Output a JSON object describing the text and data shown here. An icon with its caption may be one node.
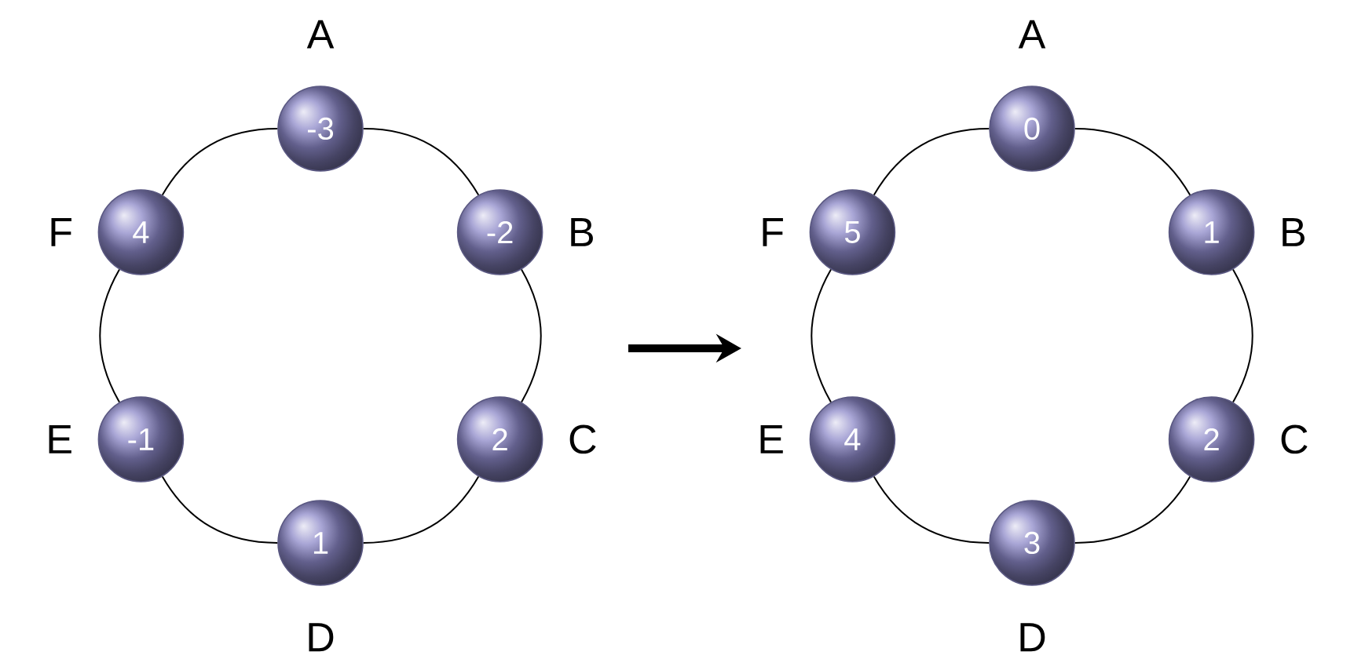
{
  "diagram": {
    "nodes": [
      {
        "text": [
          "-3"
        ],
        "beside": [
          "A"
        ]
      },
      {
        "text": [
          "-2"
        ],
        "beside": [
          "B"
        ]
      },
      {
        "text": [
          "2"
        ],
        "beside": [
          "C"
        ]
      },
      {
        "text": [
          "1"
        ],
        "beside": [
          "D"
        ]
      },
      {
        "text": [
          "-1"
        ],
        "beside": [
          "E"
        ]
      },
      {
        "text": [
          "4"
        ],
        "beside": [
          "F"
        ]
      },
      {
        "text": [
          "0"
        ],
        "beside": [
          "A"
        ]
      },
      {
        "text": [
          "1"
        ],
        "beside": [
          "B"
        ]
      },
      {
        "text": [
          "2"
        ],
        "beside": [
          "C"
        ]
      },
      {
        "text": [
          "3"
        ],
        "beside": [
          "D"
        ]
      },
      {
        "text": [
          "4"
        ],
        "beside": [
          "E"
        ]
      },
      {
        "text": [
          "5"
        ],
        "beside": [
          "F"
        ]
      }
    ],
    "edges": [
      {
        "from": 0,
        "to": 1,
        "arrow": "none"
      },
      {
        "from": 1,
        "to": 2,
        "arrow": "none"
      },
      {
        "from": 2,
        "to": 3,
        "arrow": "none"
      },
      {
        "from": 3,
        "to": 4,
        "arrow": "none"
      },
      {
        "from": 4,
        "to": 5,
        "arrow": "none"
      },
      {
        "from": 5,
        "to": 0,
        "arrow": "none"
      },
      {
        "from": 6,
        "to": 7,
        "arrow": "none"
      },
      {
        "from": 7,
        "to": 8,
        "arrow": "none"
      },
      {
        "from": 8,
        "to": 9,
        "arrow": "none"
      },
      {
        "from": 9,
        "to": 10,
        "arrow": "none"
      },
      {
        "from": 10,
        "to": 11,
        "arrow": "none"
      },
      {
        "from": 11,
        "to": 6,
        "arrow": "none"
      }
    ]
  }
}
